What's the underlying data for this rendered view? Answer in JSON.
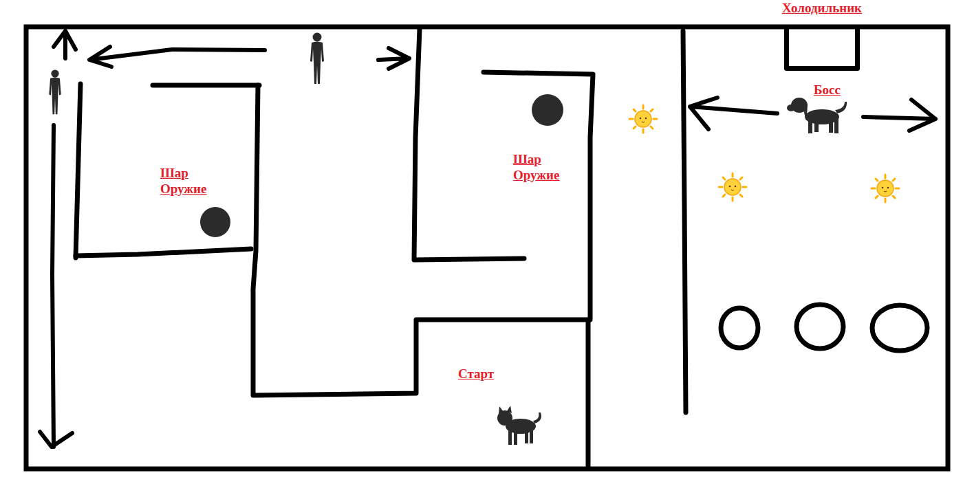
{
  "diagram": {
    "nodes": [
      {
        "text": [
          "Холодильник"
        ]
      },
      {
        "text": [
          "Старт"
        ]
      }
    ],
    "labels": [
      "Шар Оружие",
      "Шар Оружие",
      "Босс"
    ]
  }
}
